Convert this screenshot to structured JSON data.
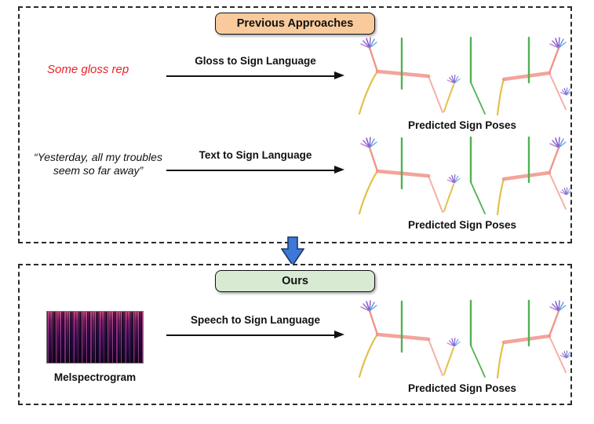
{
  "previous_box": {
    "title": "Previous Approaches",
    "rows": [
      {
        "input_text": "Some gloss rep",
        "arrow_label": "Gloss to Sign Language",
        "output_label": "Predicted Sign Poses"
      },
      {
        "input_text": "“Yesterday, all my troubles seem so far away”",
        "arrow_label": "Text to Sign Language",
        "output_label": "Predicted Sign Poses"
      }
    ]
  },
  "ours_box": {
    "title": "Ours",
    "row": {
      "input_label": "Melspectrogram",
      "arrow_label": "Speech to Sign Language",
      "output_label": "Predicted Sign Poses"
    }
  },
  "colors": {
    "previous_header_bg": "#F9CB9C",
    "ours_header_bg": "#D9EAD3",
    "gloss_text_color": "#EA2127",
    "down_arrow_fill": "#3C78D8",
    "down_arrow_border": "#1F3864",
    "skeleton_green": "#52B152",
    "skeleton_pink": "#F1948A",
    "skeleton_yellow": "#E2C14B",
    "skeleton_purple": "#8A63D2"
  }
}
